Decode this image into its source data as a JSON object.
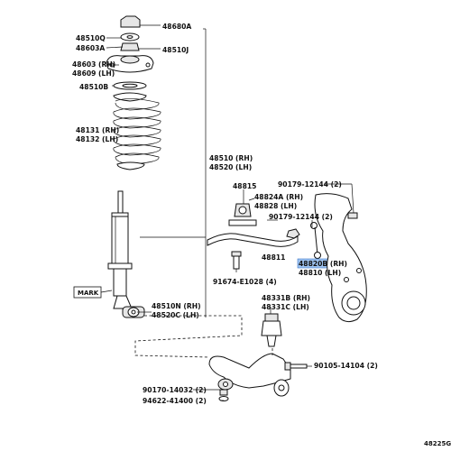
{
  "diagram": {
    "labels": {
      "p48680A": "48680A",
      "p48510Q": "48510Q",
      "p48603A": "48603A",
      "p48510J": "48510J",
      "p48603RH": "48603 (RH)",
      "p48609LH": "48609 (LH)",
      "p48510B": "48510B",
      "p48131RH": "48131 (RH)",
      "p48132LH": "48132 (LH)",
      "p48510RH": "48510 (RH)",
      "p48520LH": "48520 (LH)",
      "p90179_12144_top": "90179-12144 (2)",
      "p48815": "48815",
      "p48824A": "48824A (RH)",
      "p48828": "48828 (LH)",
      "p90179_12144_mid": "90179-12144 (2)",
      "p48811": "48811",
      "p48820B": "48820B (RH)",
      "p48810": "48810 (LH)",
      "p91674": "91674-E1028 (4)",
      "mark": "MARK",
      "p48510N": "48510N (RH)",
      "p48520C": "48520C (LH)",
      "p48331B": "48331B (RH)",
      "p48331C": "48331C (LH)",
      "p90105": "90105-14104 (2)",
      "p90170": "90170-14032 (2)",
      "p94622": "94622-41400 (2)",
      "fig_code": "48225G"
    },
    "highlight_color": "#9ec3f0"
  }
}
